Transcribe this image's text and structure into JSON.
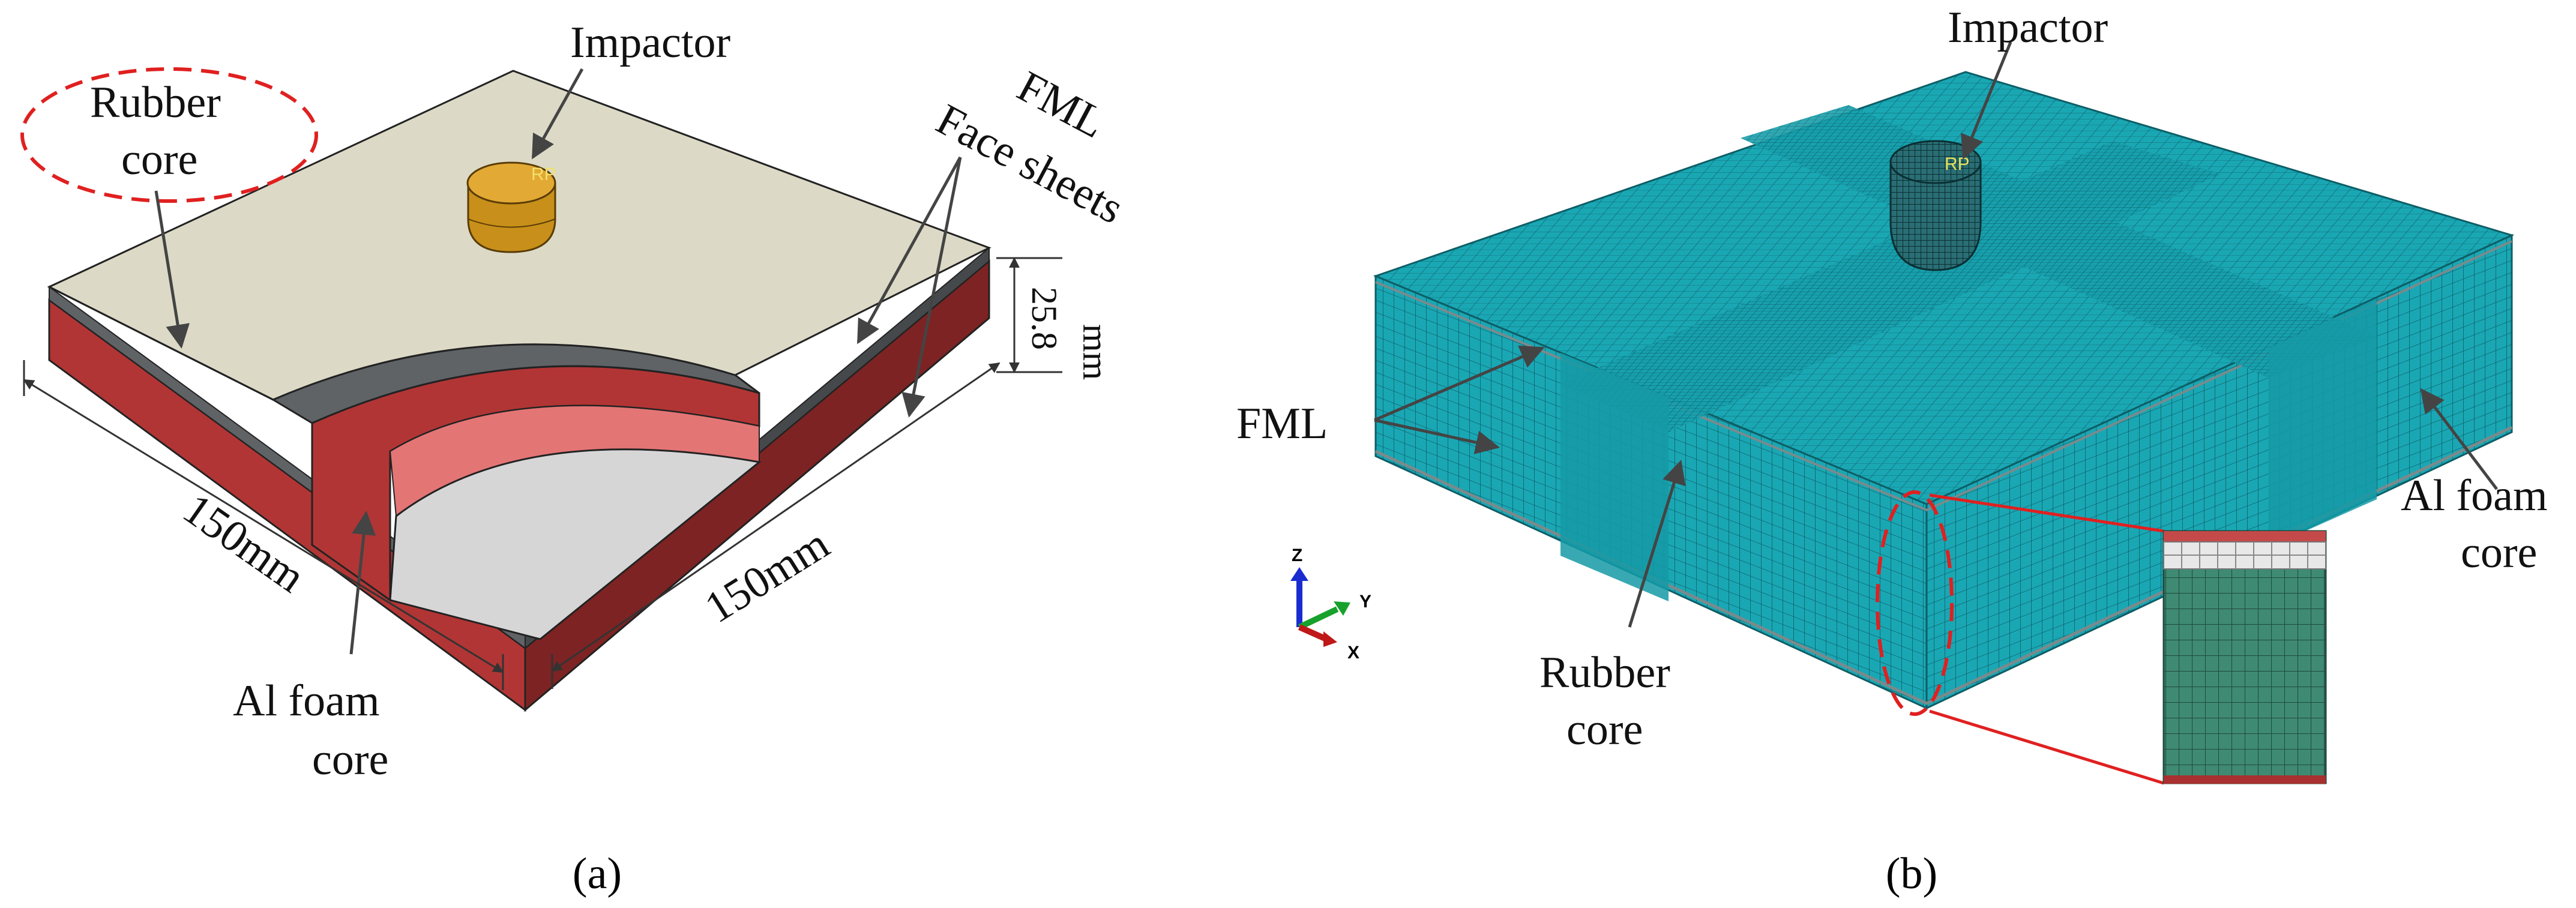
{
  "panel_a": {
    "impactor": "Impactor",
    "rubber_core_line1": "Rubber",
    "rubber_core_line2": "core",
    "fml_line1": "FML",
    "fml_line2": "Face sheets",
    "thickness_value": "25.8",
    "thickness_unit": "mm",
    "dim_left": "150mm",
    "dim_right": "150mm",
    "al_foam_line1": "Al foam",
    "al_foam_line2": "core",
    "rp_tag": "RP",
    "caption": "(a)"
  },
  "panel_b": {
    "impactor": "Impactor",
    "fml": "FML",
    "rubber_core_line1": "Rubber",
    "rubber_core_line2": "core",
    "al_foam_line1": "Al foam",
    "al_foam_line2": "core",
    "rp_tag": "RP",
    "axis_z": "Z",
    "axis_y": "Y",
    "axis_x": "X",
    "caption": "(b)"
  },
  "colors": {
    "top_face": "#dcdac6",
    "face_sheet": "#5f6366",
    "foam_side": "#b23535",
    "foam_dark": "#7d2323",
    "foam_inner": "#e47575",
    "impactor_gold": "#c8901a",
    "mesh_cyan": "#1aa7b4",
    "mesh_line": "#0d5e66",
    "dashed_red": "#e02020",
    "axis_z_blue": "#1a2ccf",
    "axis_y_green": "#17a12c",
    "axis_x_red": "#c01818"
  }
}
